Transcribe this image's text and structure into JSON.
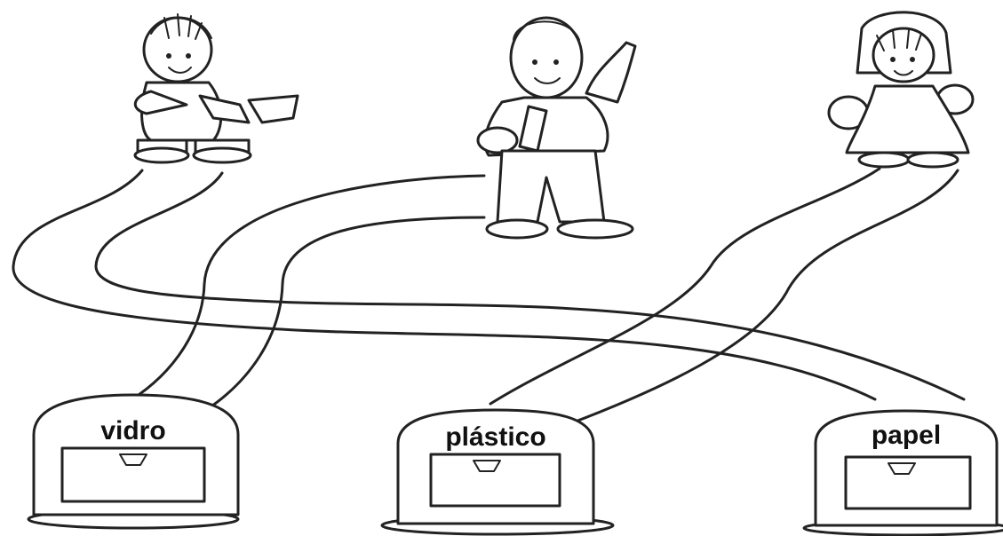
{
  "activity": {
    "bins": [
      {
        "label": "vidro"
      },
      {
        "label": "plástico"
      },
      {
        "label": "papel"
      }
    ],
    "characters": [
      {
        "icon": "child-with-paper-icon"
      },
      {
        "icon": "boy-with-bottles-icon"
      },
      {
        "icon": "girl-with-cans-icon"
      }
    ]
  }
}
